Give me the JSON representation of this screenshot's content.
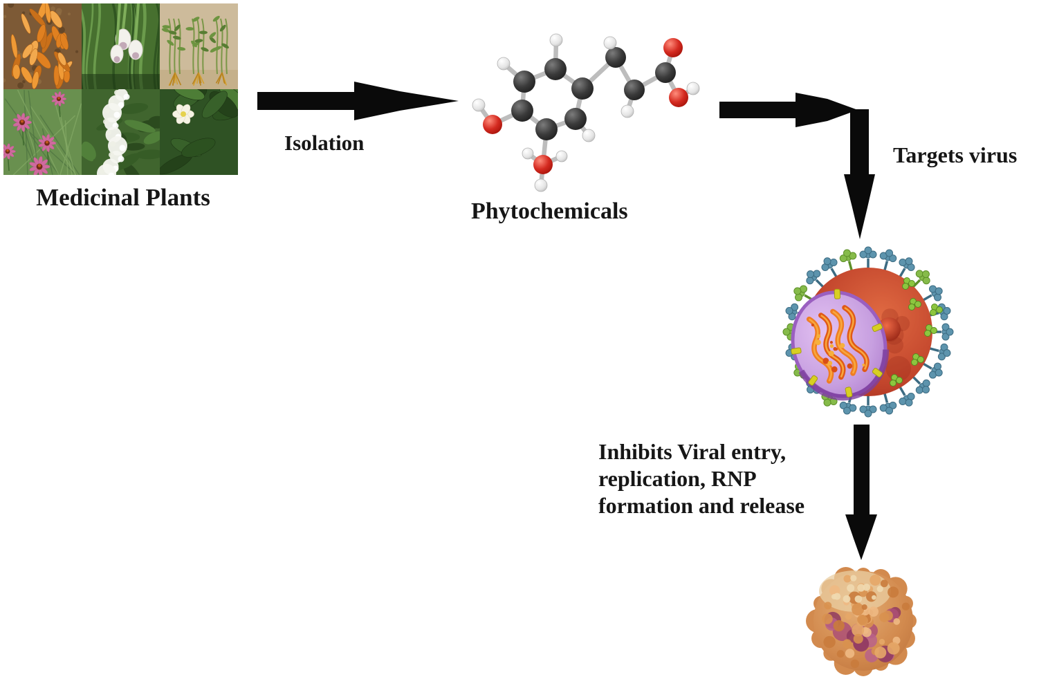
{
  "figure": {
    "type": "flow-diagram",
    "background_color": "#ffffff",
    "text_color": "#161616",
    "arrow_color": "#0a0a0a",
    "plants": {
      "label": "Medicinal Plants",
      "image_name": "medicinal-plants-photo-collage",
      "tile_names": [
        "turmeric-rhizomes-photo",
        "onion-bulbs-photo",
        "rooted-cuttings-photo",
        "purple-coneflowers-photo",
        "white-flower-spikes-photo",
        "tea-plant-flower-photo"
      ]
    },
    "step1": {
      "label": "Isolation"
    },
    "phytochemicals": {
      "label": "Phytochemicals",
      "image_name": "ball-and-stick-molecule",
      "atom_colors": {
        "carbon": "#3a3a3a",
        "oxygen": "#d42a20",
        "hydrogen": "#ededed"
      }
    },
    "step2": {
      "label": "Targets virus"
    },
    "virus": {
      "image_name": "influenza-virus-cutaway"
    },
    "step3": {
      "label_full": "Inhibits Viral entry, replication, RNP formation and release",
      "label_lines": [
        "Inhibits Viral entry,",
        "replication, RNP",
        "formation and release"
      ]
    },
    "inhibited_virus": {
      "image_name": "virus-particle-blob"
    }
  }
}
